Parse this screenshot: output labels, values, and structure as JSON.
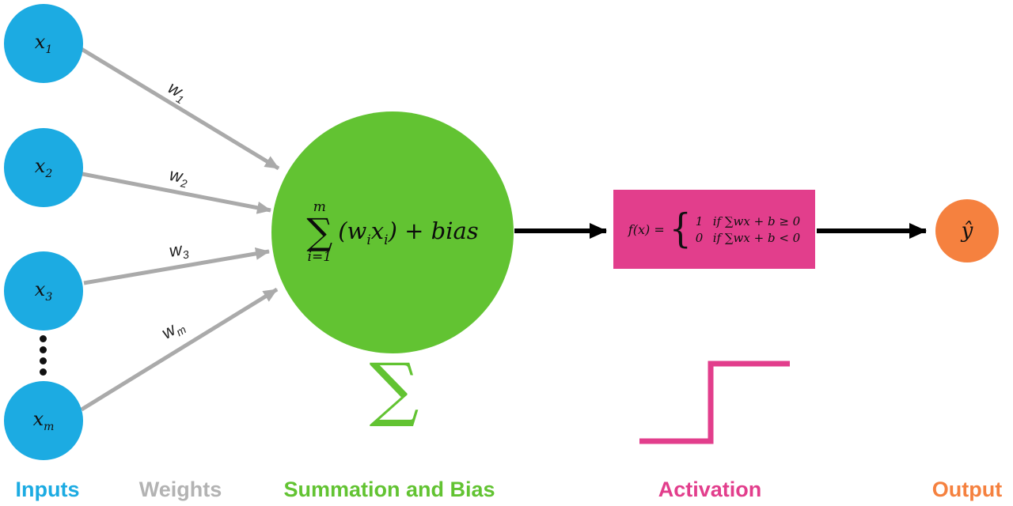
{
  "colors": {
    "input-blue": "#1cabe2",
    "weight-gray": "#aaaaaa",
    "weight-gray-label": "#b3b3b3",
    "summation-green": "#62c332",
    "activation-pink": "#e23e8c",
    "output-orange": "#f5813f",
    "arrow-black": "#000000"
  },
  "inputs": {
    "nodes": [
      {
        "letter": "x",
        "sub": "1"
      },
      {
        "letter": "x",
        "sub": "2"
      },
      {
        "letter": "x",
        "sub": "3"
      },
      {
        "letter": "x",
        "sub": "m"
      }
    ]
  },
  "weights": {
    "labels": [
      {
        "letter": "w",
        "sub": "1"
      },
      {
        "letter": "w",
        "sub": "2"
      },
      {
        "letter": "w",
        "sub": "3"
      },
      {
        "letter": "w",
        "sub": "m"
      }
    ]
  },
  "summation": {
    "sigma_top": "m",
    "sigma_symbol": "∑",
    "sigma_bottom": "i=1",
    "paren_open": "(",
    "w": "w",
    "w_sub": "i",
    "x": "x",
    "x_sub": "i",
    "paren_close": ")",
    "plus_bias": " + bias",
    "big_sigma": "∑"
  },
  "activation": {
    "lhs": "f(x) =",
    "brace": "{",
    "case1_value": "1",
    "case1_condition": "if ∑wx + b ≥ 0",
    "case2_value": "0",
    "case2_condition": "if ∑wx + b < 0"
  },
  "output": {
    "label": "ŷ"
  },
  "legend": {
    "inputs": "Inputs",
    "weights": "Weights",
    "summation": "Summation and Bias",
    "activation": "Activation",
    "output": "Output"
  }
}
